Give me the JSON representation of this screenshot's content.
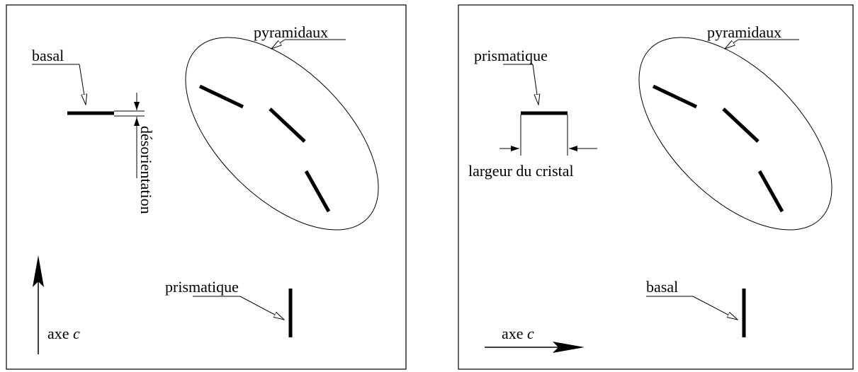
{
  "left_panel": {
    "label_basal": "basal",
    "label_pyramidaux": "pyramidaux",
    "label_prismatique": "prismatique",
    "label_desorientation": "désorientation",
    "label_axe": "axe",
    "label_c": "c"
  },
  "right_panel": {
    "label_prismatique": "prismatique",
    "label_pyramidaux": "pyramidaux",
    "label_largeur": "largeur du cristal",
    "label_basal": "basal",
    "label_axe": "axe",
    "label_c": "c"
  }
}
